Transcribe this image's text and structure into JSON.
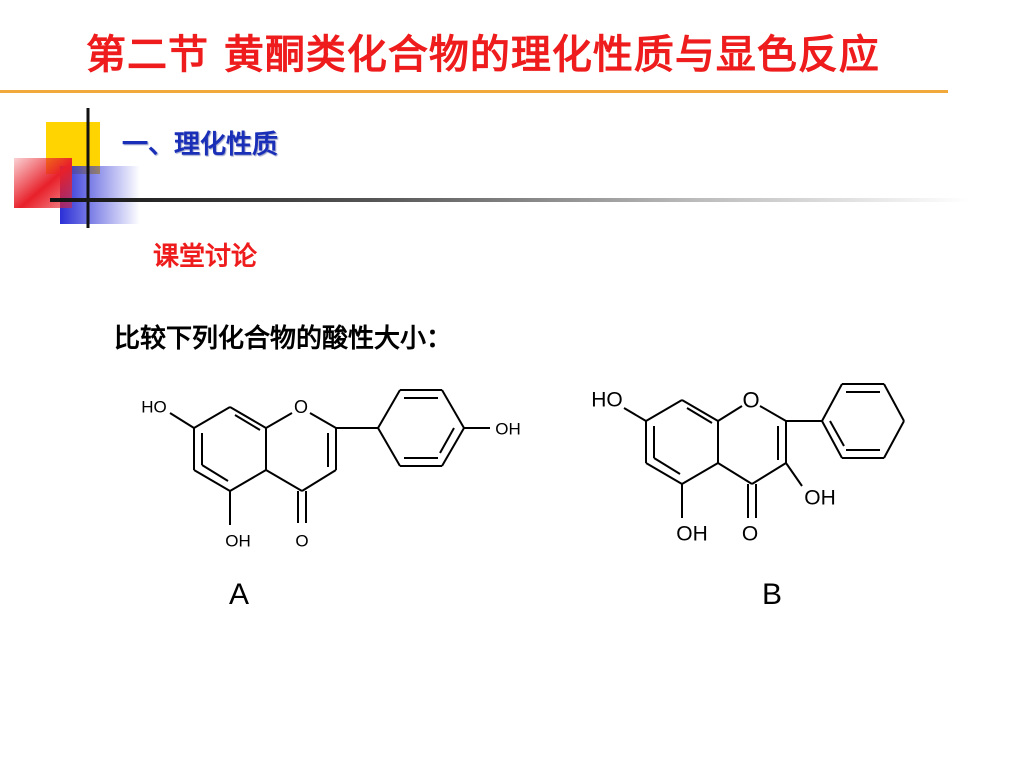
{
  "slide": {
    "title": "第二节  黄酮类化合物的理化性质与显色反应",
    "section_heading": "一、理化性质",
    "discussion_label": "课堂讨论",
    "question": "比较下列化合物的酸性大小："
  },
  "molecules": {
    "a": {
      "label": "A",
      "atoms": {
        "ho": "HO",
        "o_ring": "O",
        "oh_right": "OH",
        "oh_bottom": "OH",
        "o_carbonyl": "O"
      }
    },
    "b": {
      "label": "B",
      "atoms": {
        "ho": "HO",
        "o_ring": "O",
        "oh_3": "OH",
        "oh_bottom": "OH",
        "o_carbonyl": "O"
      }
    }
  },
  "colors": {
    "title": "#ee1c1c",
    "title_rule": "#f2a93b",
    "section_heading": "#1a2fb8",
    "discussion": "#ee1c1c",
    "deco_yellow": "#ffd400",
    "deco_blue": "#2b2fd6",
    "deco_red": "#e8202a"
  }
}
